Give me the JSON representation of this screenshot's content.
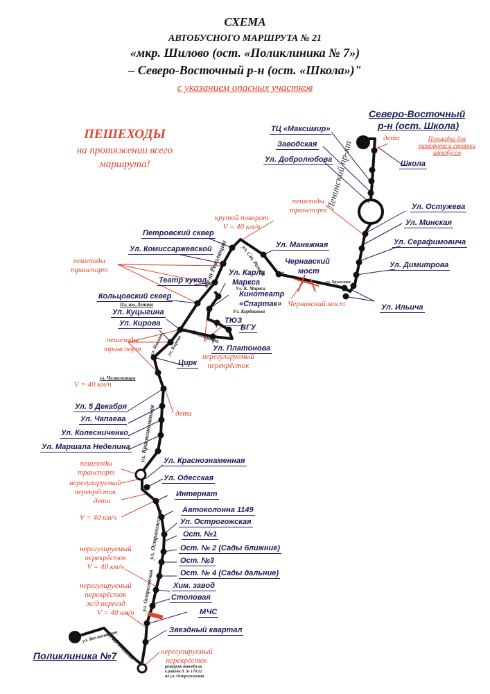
{
  "header": {
    "line1": "СХЕМА",
    "line2": "АВТОБУСНОГО МАРШРУТА № 21",
    "line3": "«мкр. Шилово (ост. «Поликлиника № 7»)",
    "line4": "– Северо-Восточный р-н (ост. «Школа»)\"",
    "subtitle": "с указанием опасных участков"
  },
  "pedestrians_note": {
    "title": "ПЕШЕХОДЫ",
    "line1": "на протяжении всего",
    "line2": "маршрута!"
  },
  "terminals": {
    "north_line1": "Северо-Восточный",
    "north_line2": "р-н (ост. Школа)",
    "south": "Поликлиника №7"
  },
  "stops": [
    "ТЦ «Максимир»",
    "Заводская",
    "Ул. Добролюбова",
    "Школа",
    "Ул. Остужева",
    "Ул. Минская",
    "Ул. Серафимовича",
    "Ул. Димитрова",
    "Ул. Ильича",
    "Ул. Манежная",
    "Чернавский",
    "мост",
    "Петровский сквер",
    "Ул. Комиссаржевской",
    "Театр кукол",
    "Ул. Карла",
    "Маркса",
    "Кинотеатр",
    "«Спартак»",
    "Кольцовский сквер",
    "Ул. Куцыгина",
    "Ул. Кирова",
    "ТЮЗ",
    "ВГУ",
    "Ул. Платонова",
    "Цирк",
    "Ул. 5 Декабря",
    "Ул. Чапаева",
    "Ул. Колесниченко",
    "Ул. Маршала Неделина",
    "Ул. Краснознаменная",
    "Ул. Одесская",
    "Интернат",
    "Автоколонна 1149",
    "Ул. Острогожская",
    "Ост. №1",
    "Ост. № 2 (Сады ближние)",
    "Ост. №3",
    "Ост. № 4 (Сады дальние)",
    "Хим. завод",
    "Столовая",
    "МЧС",
    "Звездный квартал"
  ],
  "warnings": {
    "children": "дети",
    "turnaround1": "Площадка для",
    "turnaround2": "разворота и стоянки",
    "turnaround3": "автобусов",
    "ped": "пешеходы",
    "transport": "транспорт",
    "sharp_turn": "крутой поворот",
    "speed": "V = 40 км/ч",
    "bridge": "Чернавский мост",
    "unreg1": "нерегулируемый",
    "unreg2": "перекрёсток",
    "rail": "ж/д переезд",
    "turn_note1": "разворот автобусов",
    "turn_note2": "в районе д. № 170/12",
    "turn_note3": "по ул. Острогожская"
  },
  "streets": {
    "leninsky": "Ленинский пр-кт",
    "revolution": "пр-т Революции",
    "st_razin": "ул. Ст. Разина",
    "k_marks": "Ул. К. Маркса",
    "kardashov": "Ул. Кардашова",
    "lenin_sq": "Пл. им. Ленина",
    "platonova": "ул. Платонова",
    "kirova": "ул. Кирова",
    "moskva": "ул. Мосина",
    "chelyuskin": "ул. Челюскинцев",
    "krasnoznam": "ул. Краснознаменная",
    "ostrog": "ул. Острогожская",
    "ostrog2": "ул. Остроговская",
    "kosmon": "ул. Космонавтов",
    "kosmon2": "ул. Космонавтов",
    "brusilova": "ул. Брусилова"
  }
}
